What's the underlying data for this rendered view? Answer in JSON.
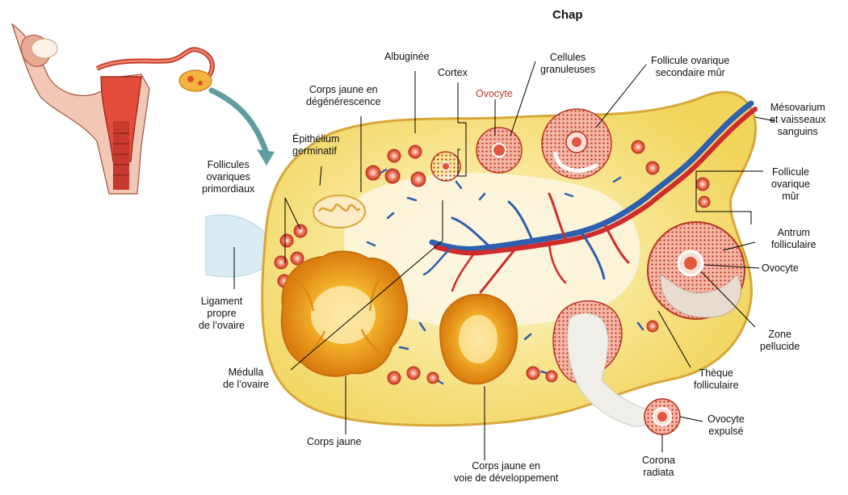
{
  "header": {
    "chapter": "Chap"
  },
  "labels": {
    "albuginee": [
      "Albuginée"
    ],
    "cortex": [
      "Cortex"
    ],
    "ovocyte_top": [
      "Ovocyte"
    ],
    "cellules": [
      "Cellules",
      "granuleuses"
    ],
    "follicule_secondaire": [
      "Follicule ovarique",
      "secondaire mûr"
    ],
    "corps_jaune_degen": [
      "Corps jaune en",
      "dégénérescence"
    ],
    "epithelium": [
      "Épithélium",
      "germinatif"
    ],
    "mesovarium": [
      "Mésovarium",
      "et vaisseaux",
      "sanguins"
    ],
    "follicules_primordiaux": [
      "Follicules",
      "ovariques",
      "primordiaux"
    ],
    "follicule_mur": [
      "Follicule",
      "ovarique",
      "mûr"
    ],
    "antrum": [
      "Antrum",
      "folliculaire"
    ],
    "ovocyte_right": [
      "Ovocyte"
    ],
    "ligament": [
      "Ligament",
      "propre",
      "de l’ovaire"
    ],
    "zone_pellucide": [
      "Zone",
      "pellucide"
    ],
    "medulla": [
      "Médulla",
      "de l’ovaire"
    ],
    "theque": [
      "Thèque",
      "folliculaire"
    ],
    "ovocyte_expulse": [
      "Ovocyte",
      "expulsé"
    ],
    "corps_jaune": [
      "Corps jaune"
    ],
    "corona": [
      "Corona",
      "radiata"
    ],
    "corps_jaune_dev": [
      "Corps jaune en",
      "voie de développement"
    ]
  },
  "colors": {
    "ovary_fill": "#f6df6a",
    "ovary_edge": "#d7a73a",
    "medulla": "#fbf4d8",
    "follicle": "#e2583f",
    "corpus_luteum": "#f0a21c",
    "artery": "#d02c2c",
    "vein": "#2f5fb0",
    "leader": "#000000"
  }
}
